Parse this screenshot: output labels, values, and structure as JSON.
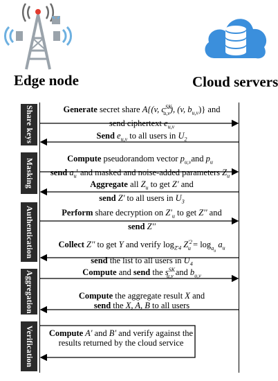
{
  "actors": {
    "left": "Edge node",
    "right": "Cloud servers"
  },
  "phases": [
    "Share keys",
    "Masking",
    "Authentication",
    "Aggregation",
    "Verification"
  ],
  "messages": {
    "m1_a": "Generate",
    "m1_b": " secret share ",
    "m1_math": "A{(v, c",
    "m1_sup": "SK",
    "m1_sub": "u,v",
    "m1_c": "), (v, b",
    "m1_sub2": "u,v",
    "m1_d": ")} and",
    "m1_line2": "send ciphertext ",
    "m1_var": "e",
    "m1_varsub": "u,v",
    "m2_a": "Send",
    "m2_var": " e",
    "m2_varsub": "u,v",
    "m2_b": " to all users in ",
    "m2_set": "U",
    "m2_setsub": "2",
    "m3_a": "Compute",
    "m3_b": " pseudorandom vector ",
    "m3_var": "p",
    "m3_varsub": "u,v",
    "m3_c": "and ",
    "m3_var2": "p",
    "m3_var2sub": "u",
    "m3_line2a": "send",
    "m3_line2var": " a",
    "m3_line2varsub": "u",
    "m3_line2b": "' and masked and noise-added parameters ",
    "m3_line2var2": "Z",
    "m3_line2var2sub": "u",
    "m4_a": "Aggregate",
    "m4_b": " all ",
    "m4_var": "Z",
    "m4_varsub": "u",
    "m4_c": " to get ",
    "m4_var2": "Z'",
    "m4_d": " and",
    "m4_line2a": "send",
    "m4_line2b": " Z'",
    "m4_line2c": " to all users in ",
    "m4_line2set": "U",
    "m4_line2setsub": "3",
    "m5_a": "Perform",
    "m5_b": " share decryption on ",
    "m5_var": "Z'",
    "m5_varsub": "u",
    "m5_c": " to get ",
    "m5_var2": "Z''",
    "m5_d": " and",
    "m5_line2a": "send",
    "m5_line2b": " Z''",
    "m6_a": "Collect",
    "m6_b": " Z''",
    "m6_c": " to get ",
    "m6_var": "Y",
    "m6_d": " and verify  log",
    "m6_logsub": "Z'4",
    "m6_e": " Z",
    "m6_esup": "'2",
    "m6_esub": "u",
    "m6_f": "  = log",
    "m6_logsub2": "a",
    "m6_logsub2sub": "u",
    "m6_g": " a",
    "m6_gsub": "u",
    "m6_line2a": "send",
    "m6_line2b": " the list to all users in ",
    "m6_line2set": "U",
    "m6_line2setsub": "4",
    "m7_a": "Compute",
    "m7_b": " and ",
    "m7_c": "send",
    "m7_d": " the ",
    "m7_var": "s",
    "m7_varsup": "SK",
    "m7_varsub": "u,v",
    "m7_e": " and ",
    "m7_var2": "b",
    "m7_var2sub": "u,v",
    "m8_a": "Compute",
    "m8_b": " the aggregate result ",
    "m8_var": "X",
    "m8_c": " and",
    "m8_line2a": "send",
    "m8_line2b": " the ",
    "m8_line2c": "X, A, B",
    "m8_line2d": " to all users",
    "m9_a": "Compute",
    "m9_var": " A'",
    "m9_b": " and ",
    "m9_var2": "B'",
    "m9_c": " and verify against the",
    "m9_line2": "results returned by the cloud service"
  },
  "icons": {
    "left": "cell-tower-icon",
    "right": "cloud-database-icon"
  },
  "colors": {
    "phase_bg": "#2b2b2b",
    "cloud": "#3b8fdc",
    "tower_grey": "#9aa3ab",
    "tower_waves": "#6db0e0",
    "tower_light": "#e23b2e"
  }
}
